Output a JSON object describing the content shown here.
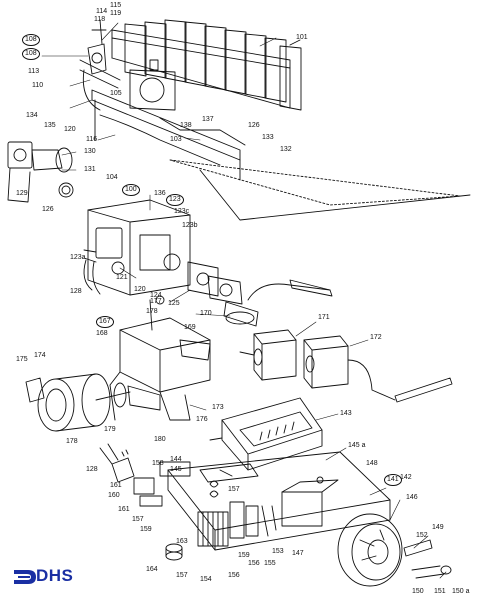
{
  "brand": {
    "name": "DHS",
    "color": "#1a2fa3"
  },
  "labels": [
    {
      "id": "114",
      "text": "114"
    },
    {
      "id": "115",
      "text": "115"
    },
    {
      "id": "118",
      "text": "118"
    },
    {
      "id": "119",
      "text": "119"
    },
    {
      "id": "108a",
      "text": "108",
      "circled": true
    },
    {
      "id": "108b",
      "text": "108",
      "circled": true
    },
    {
      "id": "113",
      "text": "113"
    },
    {
      "id": "110",
      "text": "110"
    },
    {
      "id": "101",
      "text": "101"
    },
    {
      "id": "105",
      "text": "105"
    },
    {
      "id": "134",
      "text": "134"
    },
    {
      "id": "135",
      "text": "135"
    },
    {
      "id": "137",
      "text": "137"
    },
    {
      "id": "138",
      "text": "138"
    },
    {
      "id": "120a",
      "text": "120"
    },
    {
      "id": "116",
      "text": "116"
    },
    {
      "id": "103",
      "text": "103"
    },
    {
      "id": "126a",
      "text": "126"
    },
    {
      "id": "133",
      "text": "133"
    },
    {
      "id": "132",
      "text": "132"
    },
    {
      "id": "130",
      "text": "130"
    },
    {
      "id": "131",
      "text": "131"
    },
    {
      "id": "104",
      "text": "104"
    },
    {
      "id": "136",
      "text": "136"
    },
    {
      "id": "100",
      "text": "100",
      "circled": true
    },
    {
      "id": "129",
      "text": "129"
    },
    {
      "id": "126b",
      "text": "126"
    },
    {
      "id": "123",
      "text": "123",
      "circled": true
    },
    {
      "id": "123c",
      "text": "123c"
    },
    {
      "id": "123b",
      "text": "123b"
    },
    {
      "id": "123a",
      "text": "123a"
    },
    {
      "id": "121",
      "text": "121"
    },
    {
      "id": "128a",
      "text": "128"
    },
    {
      "id": "120b",
      "text": "120"
    },
    {
      "id": "124",
      "text": "124"
    },
    {
      "id": "125",
      "text": "125"
    },
    {
      "id": "177",
      "text": "177"
    },
    {
      "id": "178a",
      "text": "178"
    },
    {
      "id": "170",
      "text": "170"
    },
    {
      "id": "171",
      "text": "171"
    },
    {
      "id": "167",
      "text": "167",
      "circled": true
    },
    {
      "id": "168",
      "text": "168"
    },
    {
      "id": "169",
      "text": "169"
    },
    {
      "id": "172",
      "text": "172"
    },
    {
      "id": "175",
      "text": "175"
    },
    {
      "id": "174",
      "text": "174"
    },
    {
      "id": "173",
      "text": "173"
    },
    {
      "id": "143",
      "text": "143"
    },
    {
      "id": "178b",
      "text": "178"
    },
    {
      "id": "179",
      "text": "179"
    },
    {
      "id": "180",
      "text": "180"
    },
    {
      "id": "176",
      "text": "176"
    },
    {
      "id": "145a",
      "text": "145 a"
    },
    {
      "id": "144",
      "text": "144"
    },
    {
      "id": "158",
      "text": "158"
    },
    {
      "id": "145",
      "text": "145"
    },
    {
      "id": "128b",
      "text": "128"
    },
    {
      "id": "148",
      "text": "148"
    },
    {
      "id": "141",
      "text": "141",
      "circled": true
    },
    {
      "id": "142",
      "text": "142"
    },
    {
      "id": "161a",
      "text": "161"
    },
    {
      "id": "160",
      "text": "160"
    },
    {
      "id": "157a",
      "text": "157"
    },
    {
      "id": "146",
      "text": "146"
    },
    {
      "id": "161b",
      "text": "161"
    },
    {
      "id": "157b",
      "text": "157"
    },
    {
      "id": "159a",
      "text": "159"
    },
    {
      "id": "163",
      "text": "163"
    },
    {
      "id": "149",
      "text": "149"
    },
    {
      "id": "153",
      "text": "153"
    },
    {
      "id": "159b",
      "text": "159"
    },
    {
      "id": "147",
      "text": "147"
    },
    {
      "id": "152",
      "text": "152"
    },
    {
      "id": "156a",
      "text": "156"
    },
    {
      "id": "164",
      "text": "164"
    },
    {
      "id": "157c",
      "text": "157"
    },
    {
      "id": "154",
      "text": "154"
    },
    {
      "id": "155",
      "text": "155"
    },
    {
      "id": "156b",
      "text": "156"
    },
    {
      "id": "150",
      "text": "150"
    },
    {
      "id": "151",
      "text": "151"
    },
    {
      "id": "150a",
      "text": "150 a"
    }
  ]
}
